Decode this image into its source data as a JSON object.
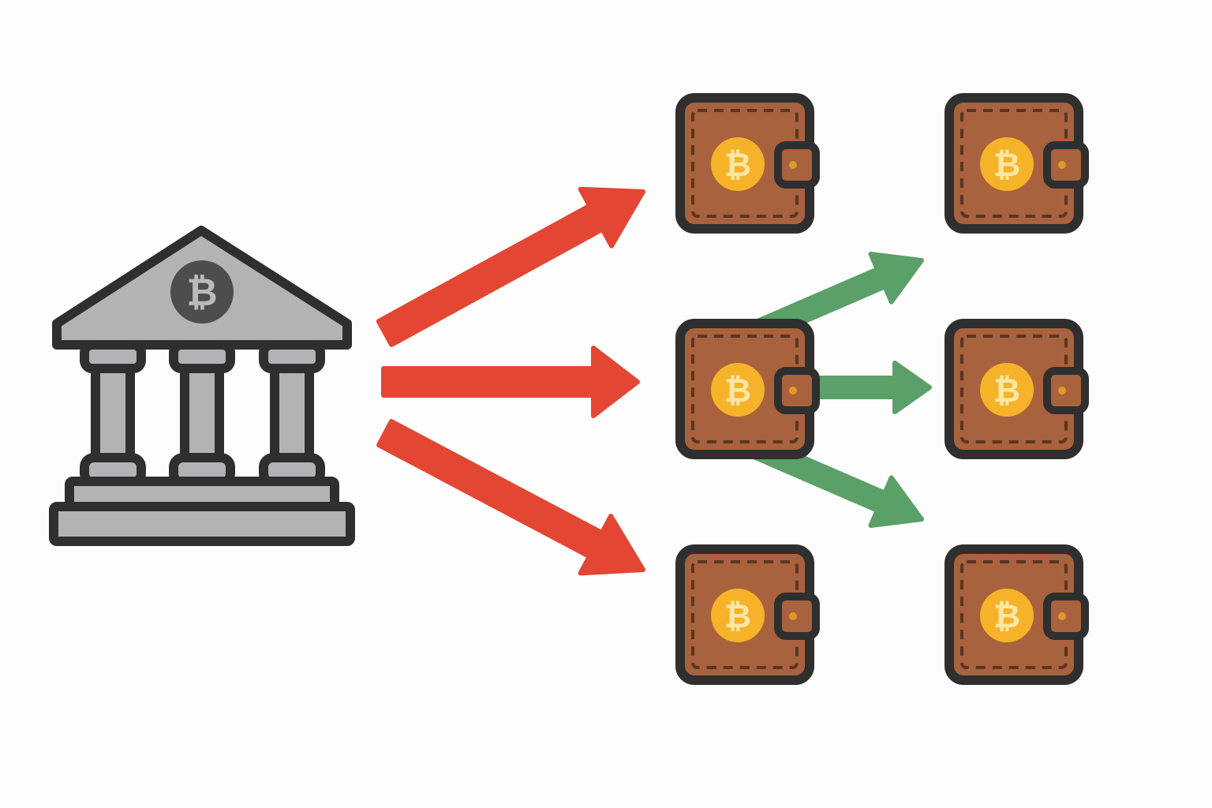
{
  "symbols": {
    "bank_coin": "₿",
    "wallet_coin": "₿"
  },
  "colors": {
    "outline": "#2f2f2f",
    "bank_fill": "#b2b3b4",
    "bank_coin_bg": "#4d4d4f",
    "bank_coin_text": "#b9babb",
    "wallet_fill": "#a8623d",
    "wallet_stitch": "#5b3522",
    "coin_fill": "#f6b329",
    "coin_text": "#fbe6a3",
    "clasp_dot": "#e19a27",
    "red_arrow": "#e34632",
    "green_arrow": "#5b9f69"
  },
  "icons": {
    "bank": "bank-building-icon",
    "wallet": "bitcoin-wallet-icon"
  },
  "nodes": [
    {
      "id": "bank",
      "type": "bank"
    },
    {
      "id": "wallet-1",
      "type": "wallet"
    },
    {
      "id": "wallet-2",
      "type": "wallet"
    },
    {
      "id": "wallet-3",
      "type": "wallet"
    },
    {
      "id": "wallet-4",
      "type": "wallet"
    },
    {
      "id": "wallet-5",
      "type": "wallet"
    },
    {
      "id": "wallet-6",
      "type": "wallet"
    }
  ],
  "edges": [
    {
      "from": "bank",
      "to": "wallet-1",
      "color": "red"
    },
    {
      "from": "bank",
      "to": "wallet-2",
      "color": "red"
    },
    {
      "from": "bank",
      "to": "wallet-3",
      "color": "red"
    },
    {
      "from": "wallet-2",
      "to": "wallet-4",
      "color": "green"
    },
    {
      "from": "wallet-2",
      "to": "wallet-5",
      "color": "green"
    },
    {
      "from": "wallet-2",
      "to": "wallet-6",
      "color": "green"
    }
  ]
}
